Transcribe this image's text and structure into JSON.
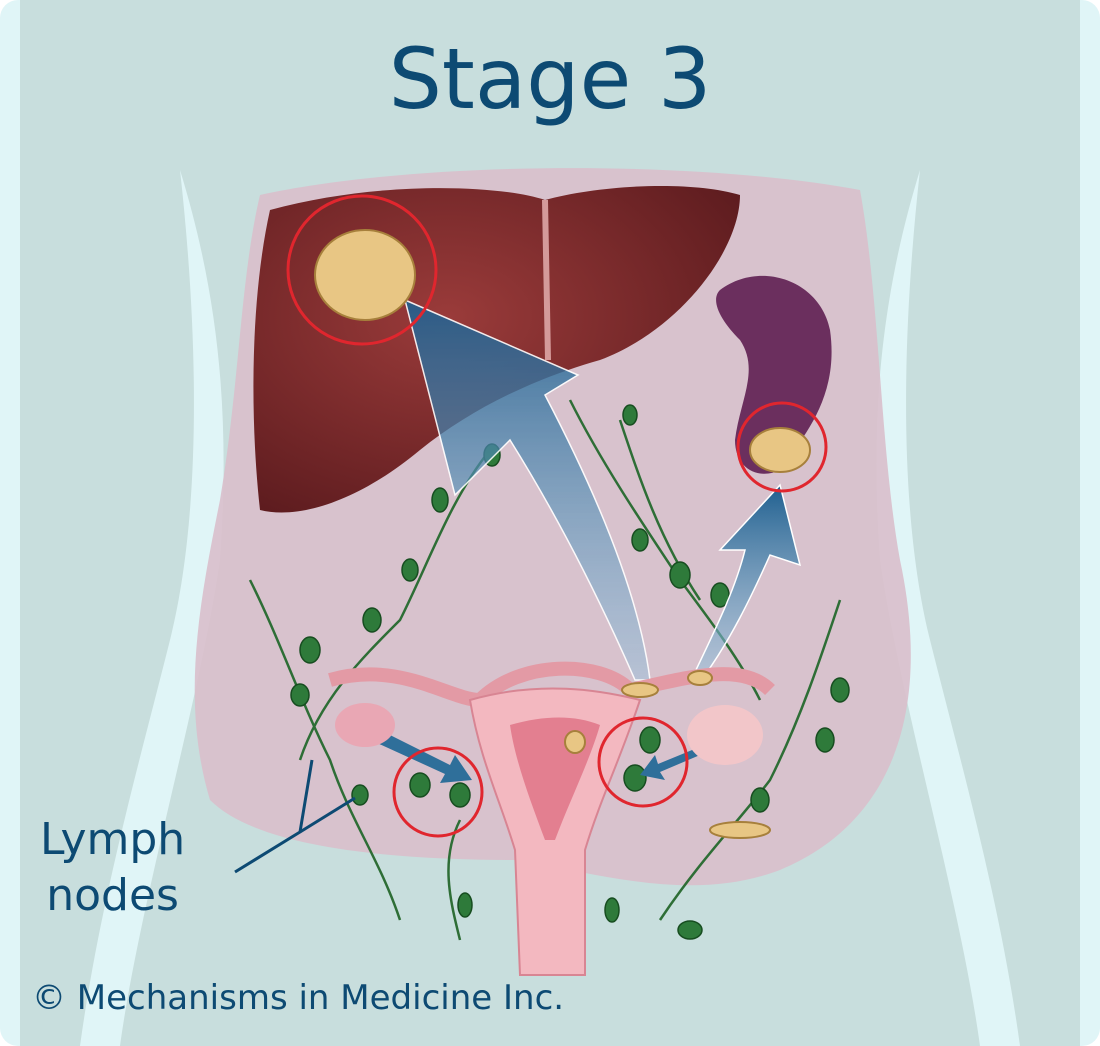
{
  "title": "Stage 3",
  "label": {
    "line1": "Lymph",
    "line2": "nodes"
  },
  "copyright": "© Mechanisms in Medicine Inc.",
  "colors": {
    "title": "#0d4a73",
    "arrow": "#2f6f9a",
    "tumor_ring": "#e0262e",
    "liver": "#7a2a2c",
    "spleen": "#6b2f5e",
    "node": "#2e7a3a"
  }
}
